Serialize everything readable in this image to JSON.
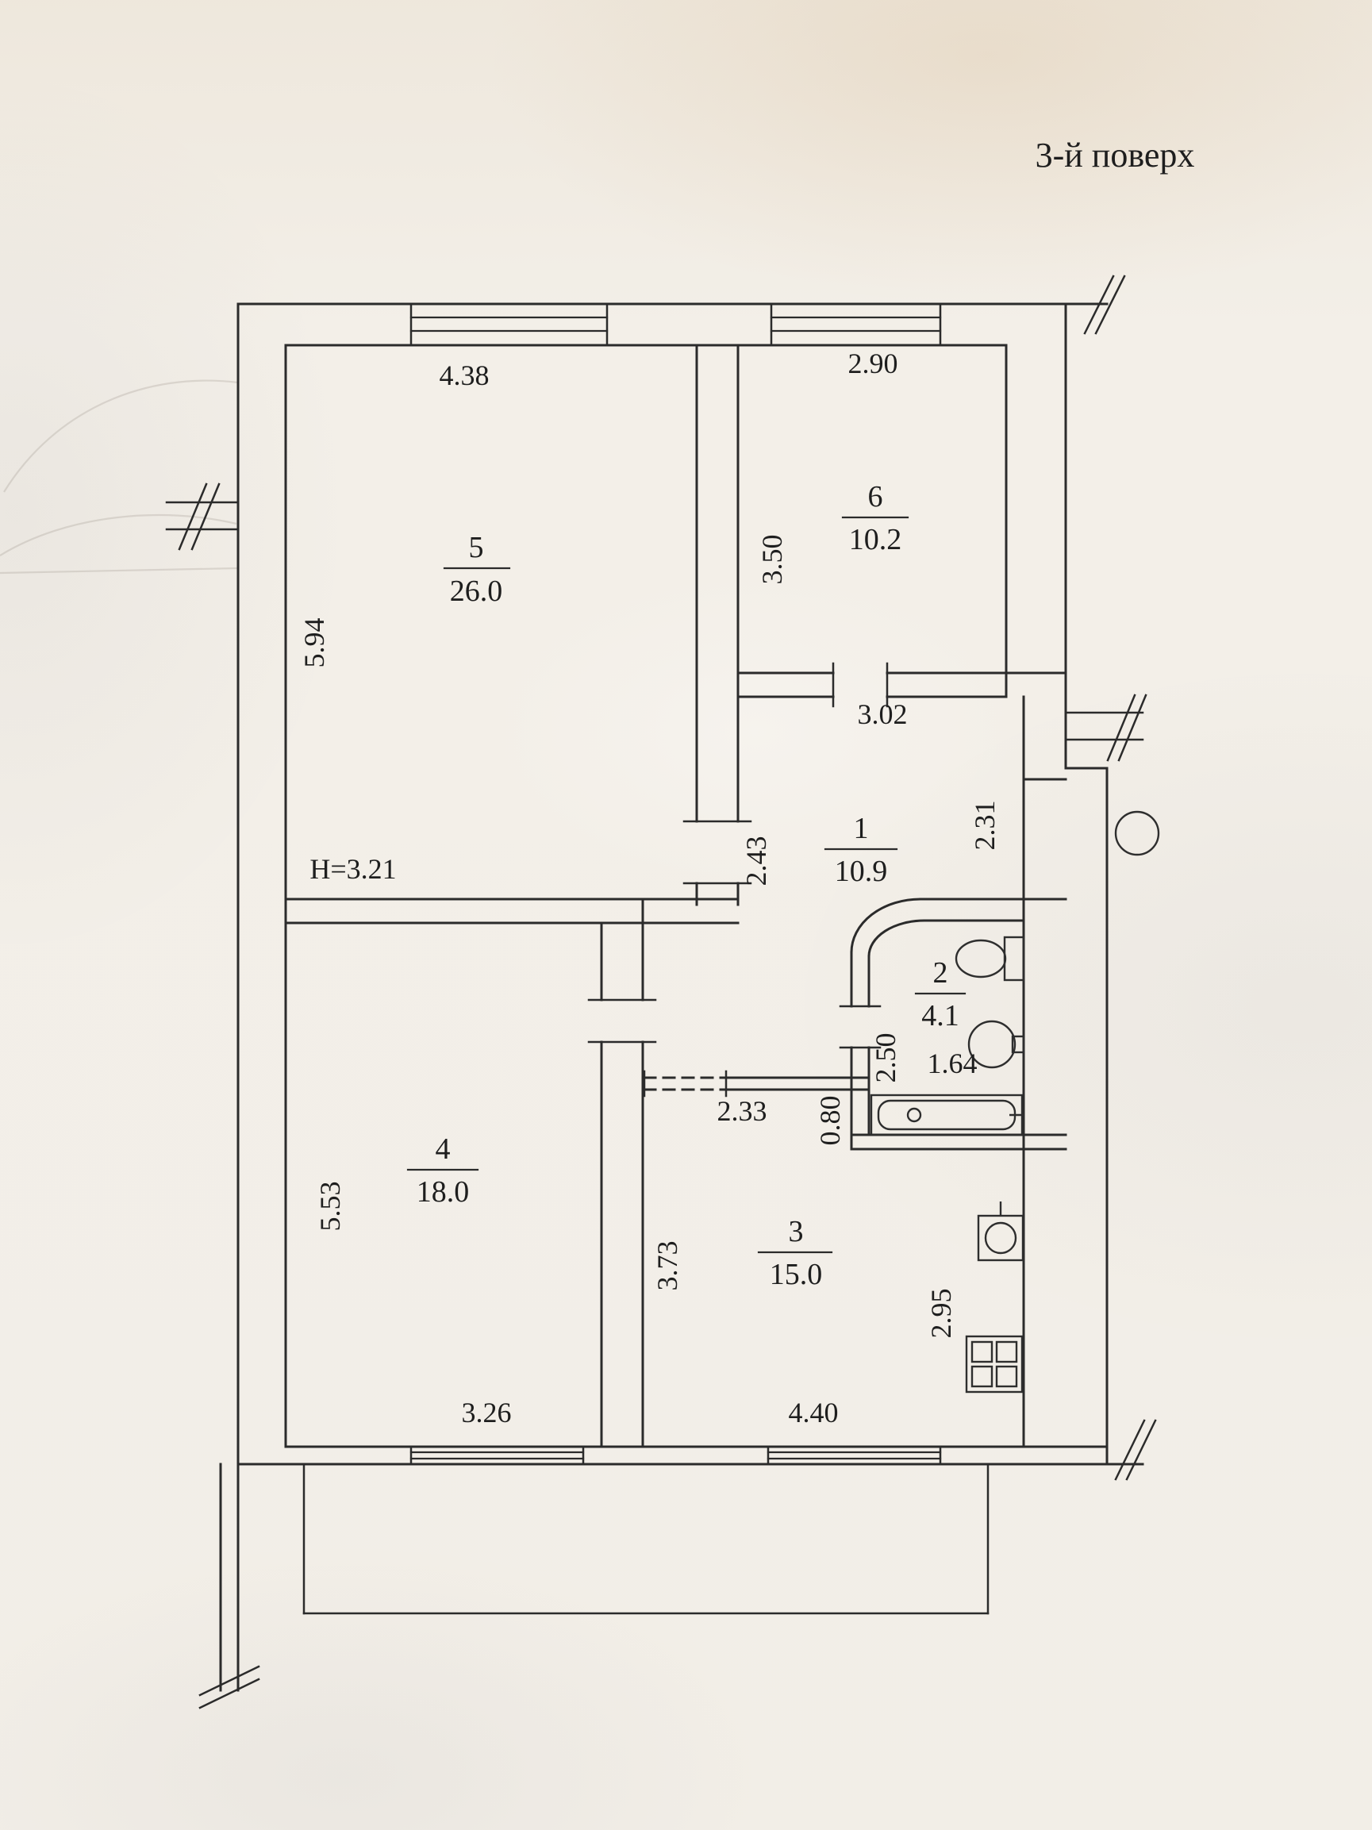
{
  "title": "3-й поверх",
  "height_label": "H=3.21",
  "rooms": {
    "r1": {
      "num": "1",
      "area": "10.9"
    },
    "r2": {
      "num": "2",
      "area": "4.1"
    },
    "r3": {
      "num": "3",
      "area": "15.0"
    },
    "r4": {
      "num": "4",
      "area": "18.0"
    },
    "r5": {
      "num": "5",
      "area": "26.0"
    },
    "r6": {
      "num": "6",
      "area": "10.2"
    }
  },
  "dims": {
    "room5_top": "4.38",
    "room6_top": "2.90",
    "room5_left": "5.94",
    "room6_left": "3.50",
    "hall_top": "3.02",
    "hall_left": "2.43",
    "hall_right": "2.31",
    "bath_left": "2.50",
    "bath_width": "1.64",
    "corridor_width": "2.33",
    "corridor_step": "0.80",
    "room4_left": "5.53",
    "room4_bottom": "3.26",
    "room3_left": "3.73",
    "room3_bottom": "4.40",
    "room3_right": "2.95"
  }
}
